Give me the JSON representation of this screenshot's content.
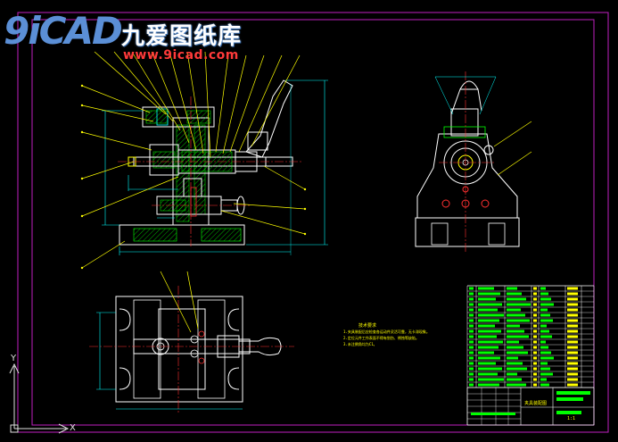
{
  "watermark": {
    "logo_text": "9iCAD",
    "site_name_cn": "九爱图纸库",
    "site_url": "www.9icad.com"
  },
  "colors": {
    "background": "#000000",
    "border_frame": "#c020c0",
    "geometry": "#ffffff",
    "hatch": "#00ff00",
    "dimension": "#00ffff",
    "leader": "#ffff00",
    "center": "#ff3030",
    "note_text": "#ffff00"
  },
  "ucs": {
    "x_label": "X",
    "y_label": "Y"
  },
  "notes": {
    "title": "技术要求",
    "lines": [
      "1.夹具装配后应检查各运动件灵活可靠，无卡滞现象。",
      "2.定位元件工作表面不得有划伤、锈蚀等缺陷。",
      "3.未注倒角均为C1。"
    ]
  },
  "title_block": {
    "drawing_name": "夹具装配图",
    "scale": "1:1"
  }
}
